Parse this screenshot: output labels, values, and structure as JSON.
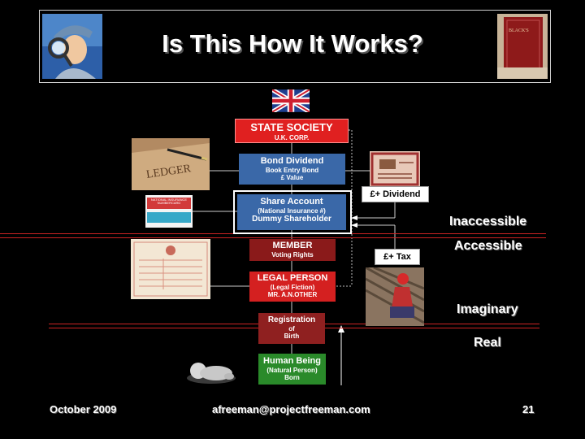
{
  "slide": {
    "title": "Is This How It Works?",
    "date": "October 2009",
    "email": "afreeman@projectfreeman.com",
    "page_number": "21"
  },
  "nodes": {
    "state_society": {
      "main": "STATE SOCIETY",
      "sub": "U.K. CORP."
    },
    "bond_dividend": {
      "main": "Bond Dividend",
      "sub1": "Book Entry Bond",
      "sub2": "£ Value"
    },
    "share_account": {
      "main": "Share Account",
      "sub1": "(National Insurance #)",
      "sub2": "Dummy Shareholder"
    },
    "member": {
      "main": "MEMBER",
      "sub": "Voting Rights"
    },
    "legal_person": {
      "main": "LEGAL PERSON",
      "sub1": "(Legal Fiction)",
      "sub2": "MR. A.N.OTHER"
    },
    "registration": {
      "main": "Registration",
      "sub1": "of",
      "sub2": "Birth"
    },
    "human_being": {
      "main": "Human Being",
      "sub1": "(Natural Person)",
      "sub2": "Born"
    }
  },
  "labels": {
    "dividend": "£+ Dividend",
    "tax": "£+ Tax",
    "inaccessible": "Inaccessible",
    "accessible": "Accessible",
    "imaginary": "Imaginary",
    "real": "Real"
  },
  "images": {
    "ledger_text": "LEDGER",
    "ni_card_text": "NATIONAL INSURANCE NUMBERCARD",
    "book_text": "BLACK'S"
  },
  "colors": {
    "state_society": "#e02020",
    "blue_node": "#3a68a8",
    "dark_red_node": "#8a1a1a",
    "bright_red_node": "#d42020",
    "registration": "#8f2020",
    "human_being": "#2a8a2a",
    "divider_line": "#cc2222"
  }
}
